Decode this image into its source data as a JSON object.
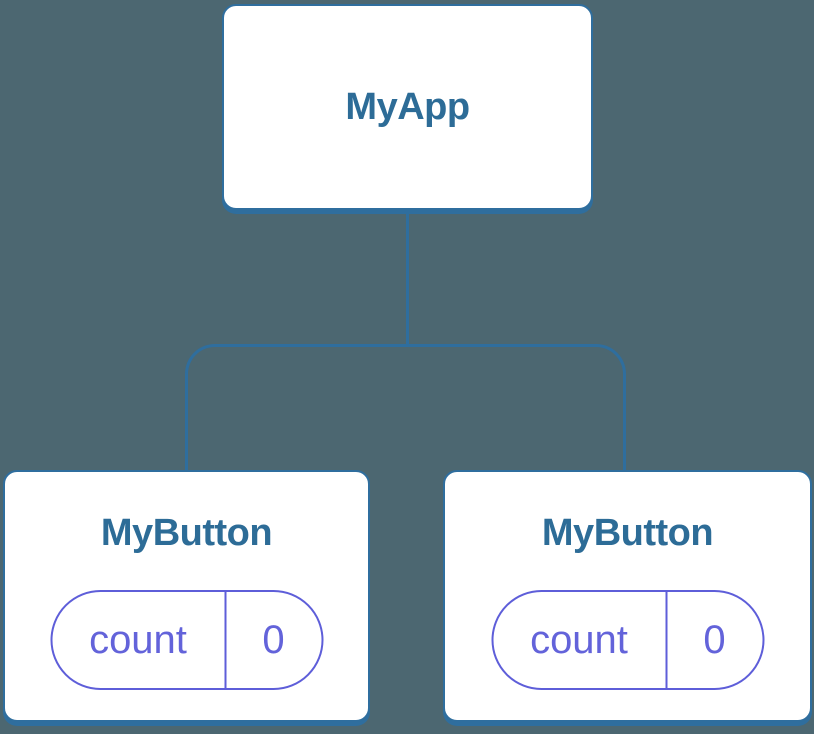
{
  "diagram": {
    "type": "component-tree",
    "root": {
      "label": "MyApp"
    },
    "children": [
      {
        "label": "MyButton",
        "state": {
          "key": "count",
          "value": "0"
        }
      },
      {
        "label": "MyButton",
        "state": {
          "key": "count",
          "value": "0"
        }
      }
    ],
    "colors": {
      "background": "#4C6771",
      "node_fill": "#FFFFFF",
      "node_border": "#2F6E9E",
      "node_title": "#2D6C97",
      "connector": "#2F6E9E",
      "state_accent": "#5E5ED9",
      "state_text": "#6363DA"
    }
  }
}
